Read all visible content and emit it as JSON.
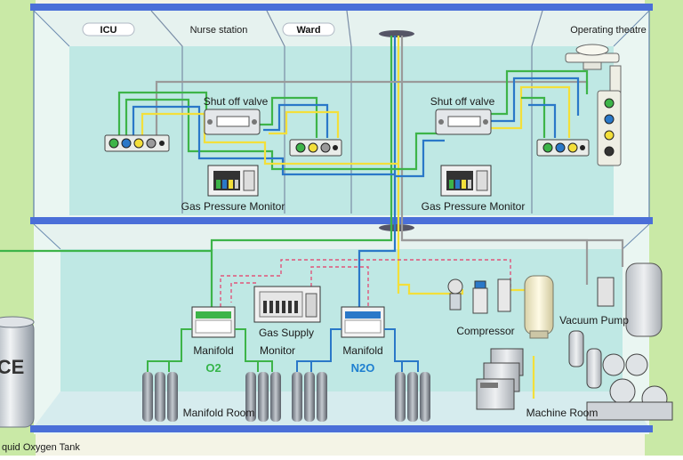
{
  "labels": {
    "icu": "ICU",
    "nurse_station": "Nurse station",
    "ward": "Ward",
    "operating_theatre": "Operating theatre",
    "shut_off_valve_left": "Shut off valve",
    "shut_off_valve_right": "Shut off valve",
    "gas_pressure_monitor_left": "Gas Pressure Monitor",
    "gas_pressure_monitor_right": "Gas Pressure Monitor",
    "gas_supply_monitor_line1": "Gas Supply",
    "gas_supply_monitor_line2": "Monitor",
    "manifold_left": "Manifold",
    "manifold_right": "Manifold",
    "o2": "O2",
    "n2o": "N2O",
    "manifold_room": "Manifold Room",
    "compressor": "Compressor",
    "vacuum_pump": "Vacuum Pump",
    "machine_room": "Machine Room",
    "tank_letters": "CE",
    "liquid_oxygen_tank": "quid Oxygen Tank"
  },
  "colors": {
    "wall_bg": "#f4f4e6",
    "room_bg": "#bfe8e4",
    "floor_slab": "#4a6fd8",
    "pipe_green": "#3db449",
    "pipe_blue": "#2a78c8",
    "pipe_yellow": "#f3df3a",
    "pipe_gray": "#9a9a9a",
    "pipe_pink": "#e0557a",
    "o2_label": "#35b449",
    "n2o_label": "#1e7fd0",
    "cylinder": "#8a8f98",
    "side_grass": "#c9e9a6"
  }
}
